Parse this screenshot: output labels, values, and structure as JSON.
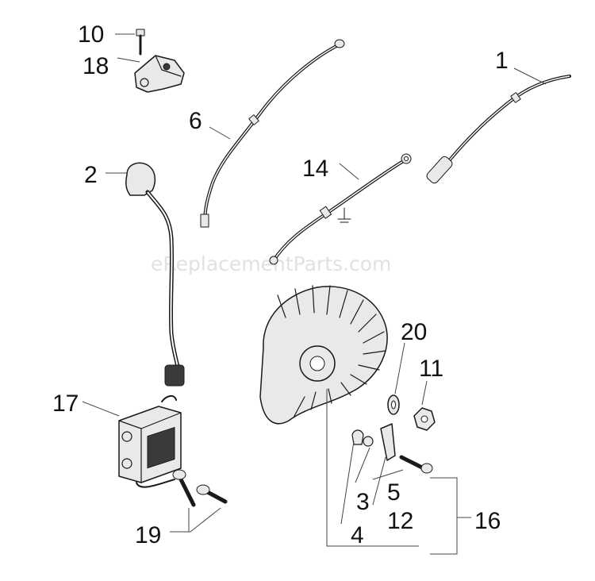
{
  "watermark": "eReplacementParts.com",
  "callouts": {
    "c1": "1",
    "c2": "2",
    "c3": "3",
    "c4": "4",
    "c5": "5",
    "c6": "6",
    "c10": "10",
    "c11": "11",
    "c12": "12",
    "c14": "14",
    "c16": "16",
    "c17": "17",
    "c18": "18",
    "c19": "19",
    "c20": "20"
  },
  "colors": {
    "line": "#1a1a1a",
    "watermark": "#c8c8c8",
    "background": "#ffffff"
  }
}
